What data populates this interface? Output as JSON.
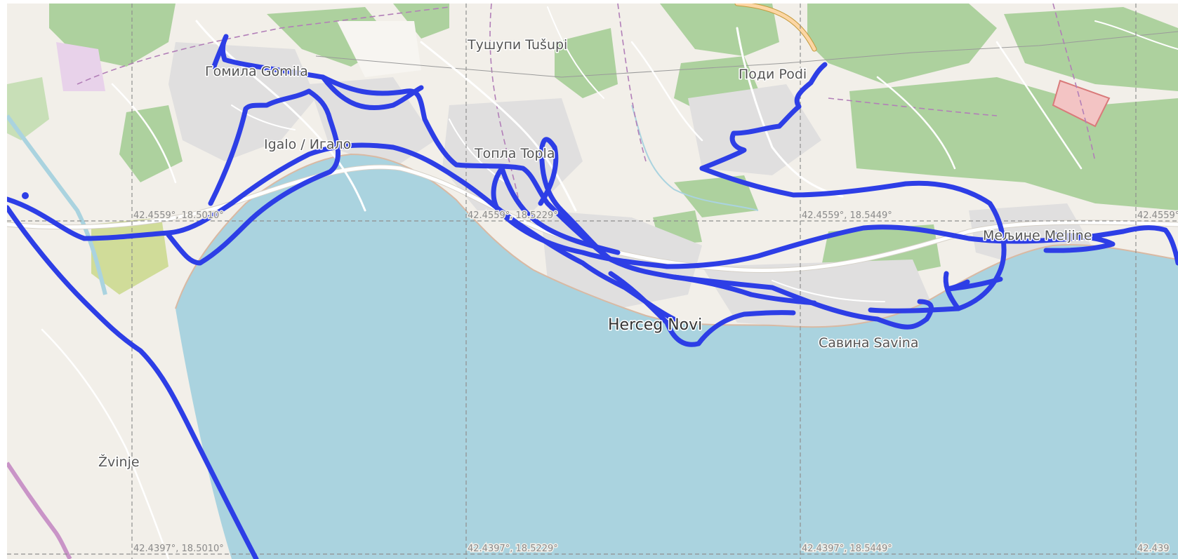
{
  "map": {
    "colors": {
      "sea": "#aad3df",
      "land": "#f2efe9",
      "forest": "#add19e",
      "residential": "#e0dfdf",
      "track": "#2d3ee6",
      "grid": "#8f8f8f",
      "border": "#b27fb8"
    },
    "places": [
      {
        "id": "gomila",
        "label": "Гомила Gomila",
        "size": "minor"
      },
      {
        "id": "tusupi",
        "label": "Тушупи Tušupi",
        "size": "minor"
      },
      {
        "id": "podi",
        "label": "Поди Podi",
        "size": "minor"
      },
      {
        "id": "igalo",
        "label": "Igalo / Игало",
        "size": "minor"
      },
      {
        "id": "topla",
        "label": "Топла Topla",
        "size": "minor"
      },
      {
        "id": "herceg",
        "label": "Herceg Novi",
        "size": "major"
      },
      {
        "id": "savina",
        "label": "Савина Savina",
        "size": "minor"
      },
      {
        "id": "meljine",
        "label": "Мељине Meljine",
        "size": "minor"
      },
      {
        "id": "zvinje",
        "label": "Žvinje",
        "size": "minor"
      }
    ],
    "grid_labels": [
      "42.4559°, 18.5010°",
      "42.4559°, 18.5229°",
      "42.4559°, 18.5449°",
      "42.4559°",
      "42.4397°, 18.5010°",
      "42.4397°, 18.5229°",
      "42.4397°, 18.5449°",
      "42.439"
    ]
  }
}
